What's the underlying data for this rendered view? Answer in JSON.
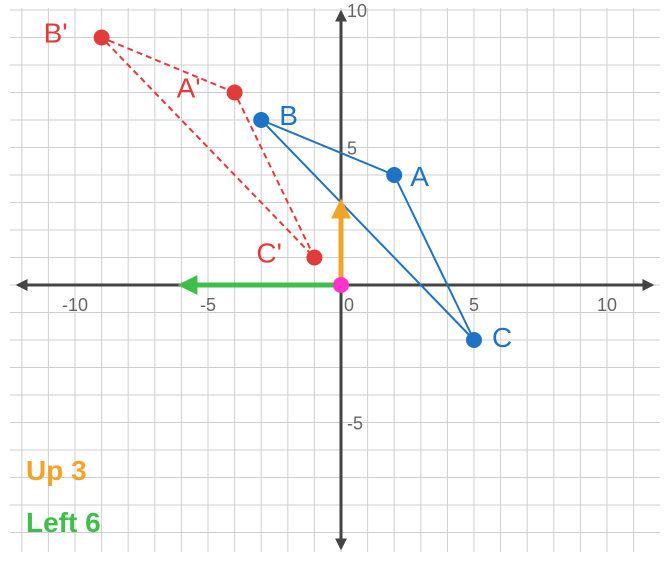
{
  "diagram": {
    "axes": {
      "x_range": [
        -12,
        12
      ],
      "y_range": [
        -10,
        10
      ],
      "grid_step": 1,
      "tick_labels_x": [
        {
          "value": -10,
          "label": "-10"
        },
        {
          "value": -5,
          "label": "-5"
        },
        {
          "value": 0,
          "label": "0"
        },
        {
          "value": 5,
          "label": "5"
        },
        {
          "value": 10,
          "label": "10"
        }
      ],
      "tick_labels_y": [
        {
          "value": 10,
          "label": "10"
        },
        {
          "value": 5,
          "label": "5"
        },
        {
          "value": -5,
          "label": "-5"
        }
      ]
    },
    "original": {
      "color": "#1f73c4",
      "style": "solid",
      "points": [
        {
          "label": "A",
          "x": 2,
          "y": 4
        },
        {
          "label": "B",
          "x": -3,
          "y": 6
        },
        {
          "label": "C",
          "x": 5,
          "y": -2
        }
      ]
    },
    "image": {
      "color": "#e23b3b",
      "style": "dashed",
      "points": [
        {
          "label": "A'",
          "x": -4,
          "y": 7
        },
        {
          "label": "B'",
          "x": -9,
          "y": 9
        },
        {
          "label": "C'",
          "x": -1,
          "y": 1
        }
      ]
    },
    "origin_point": {
      "x": 0,
      "y": 0,
      "color": "#ff33cc"
    },
    "translation_arrows": [
      {
        "name": "up-arrow",
        "from": [
          0,
          0
        ],
        "to": [
          0,
          3
        ],
        "color": "#f2a42a"
      },
      {
        "name": "left-arrow",
        "from": [
          0,
          0
        ],
        "to": [
          -6,
          0
        ],
        "color": "#3fbf4a"
      }
    ],
    "legend": [
      {
        "text": "Up 3",
        "color": "#f2a42a"
      },
      {
        "text": "Left 6",
        "color": "#3fbf4a"
      }
    ]
  }
}
